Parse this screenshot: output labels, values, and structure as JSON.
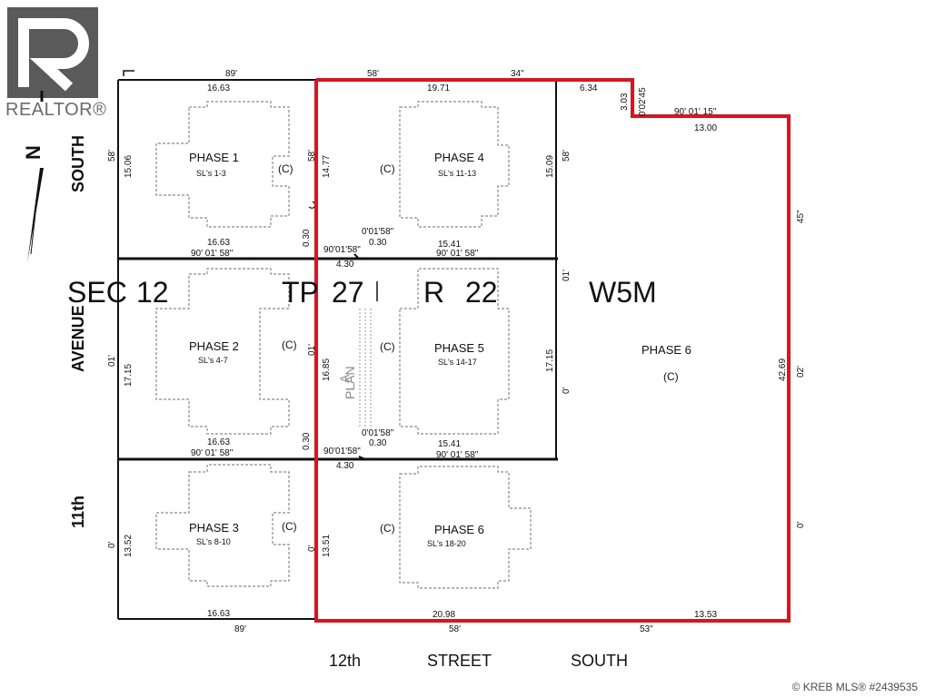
{
  "watermark": {
    "brand": "REALTOR®",
    "credit": "© KREB MLS® #2439535"
  },
  "colors": {
    "boundary": "#e0121b",
    "lines": "#111111",
    "dotted": "#8a8a8a"
  },
  "icons": {
    "north_arrow": "north-arrow-icon",
    "logo": "realtor-logo-icon"
  },
  "north_label": "N",
  "streets": {
    "left_11th": "11th",
    "left_avenue": "AVENUE",
    "left_south": "SOUTH",
    "bottom_12th": "12th",
    "bottom_street": "STREET",
    "bottom_south": "SOUTH"
  },
  "legal": {
    "sec": "SEC",
    "sec_num": "12",
    "tp": "TP",
    "tp_num": "27",
    "r": "R",
    "r_num": "22",
    "w": "W5M"
  },
  "plan_text": "PLAN",
  "plan_letter": "A",
  "units": [
    {
      "phase": "PHASE 1",
      "lots": "SL's 1-3",
      "c": "(C)"
    },
    {
      "phase": "PHASE 4",
      "lots": "SL's 11-13",
      "c": "(C)"
    },
    {
      "phase": "PHASE 2",
      "lots": "SL's 4-7",
      "c": "(C)"
    },
    {
      "phase": "PHASE 5",
      "lots": "SL's 14-17",
      "c": "(C)"
    },
    {
      "phase": "PHASE 3",
      "lots": "SL's 8-10",
      "c": "(C)"
    },
    {
      "phase": "PHASE 6",
      "lots": "SL's 18-20",
      "c": "(C)"
    },
    {
      "phase": "PHASE 6",
      "lots": "",
      "c": "(C)"
    }
  ],
  "dims": {
    "top_89": "89'",
    "top_58": "58'",
    "top_34": "34\"",
    "top_16_63": "16.63",
    "top_19_71": "19.71",
    "top_6_34": "6.34",
    "v_3_03": "3.03",
    "v_0_02_45": "0'02'45",
    "b_90_01_15": "90' 01' 15\"",
    "b_13_00": "13.00",
    "l_58": "58'",
    "l_15_06": "15.06",
    "m_58": "58'",
    "m_14_77": "14.77",
    "r_15_09": "15.09",
    "r_58": "58'",
    "e_45": "45\"",
    "e_42_69": "42.69",
    "e_02": "02'",
    "e_0": "0'",
    "row1_16_63": "16.63",
    "row1_angle_l": "90' 01' 58\"",
    "row1_0_30": "0.30",
    "row1_angle_m": "90'01'58\"",
    "row1_0_01_58": "0'01'58\"",
    "row1_0_30b": "0.30",
    "row1_4_30": "4.30",
    "row1_15_41": "15.41",
    "row1_angle_r": "90' 01' 58\"",
    "l_01": "01'",
    "l_17_15": "17.15",
    "m_01": "01'",
    "m_16_85": "16.85",
    "r_01": "01'",
    "r_17_15": "17.15",
    "r_0": "0'",
    "row2_16_63": "16.63",
    "row2_angle_l": "90' 01' 58\"",
    "row2_0_30": "0.30",
    "row2_angle_m": "90'01'58\"",
    "row2_0_01_58": "0'01'58\"",
    "row2_0_30b": "0.30",
    "row2_4_30": "4.30",
    "row2_15_41": "15.41",
    "row2_angle_r": "90' 01' 58\"",
    "l_0": "0'",
    "l_13_52": "13.52",
    "m_0": "0'",
    "m_13_51": "13.51",
    "bot_16_63": "16.63",
    "bot_89": "89'",
    "bot_20_98": "20.98",
    "bot_58": "58'",
    "bot_13_53": "13.53",
    "bot_53": "53\""
  }
}
